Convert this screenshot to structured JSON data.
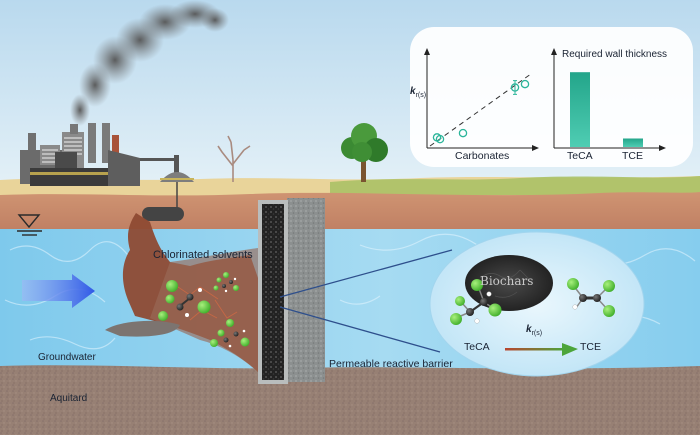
{
  "scene": {
    "water_table_symbol": "water-table-triangle",
    "labels": {
      "chlorinated_solvents": "Chlorinated solvents",
      "groundwater": "Groundwater",
      "aquitard": "Aquitard",
      "prb": "Permeable reactive barrier",
      "biochars": "Biochars",
      "teca": "TeCA",
      "tce": "TCE",
      "rate_constant_k": "k",
      "rate_constant_sub": "r(s)"
    },
    "colors": {
      "sky": "#cfe6f4",
      "smoke": "#6e6e6e",
      "topsoil": "#e9d49a",
      "grass": "#9fba5e",
      "soil": "#c88a66",
      "water": "#8fd0ee",
      "aquitard": "#9a8479",
      "plume": "#8e4a33",
      "flow_arrow": "#3d63e6",
      "chlorine_atom": "#6fd14a",
      "carbon_atom": "#333333",
      "hydrogen_atom": "#ffffff",
      "inset_teal": "#2bb59a",
      "reaction_arrow_end": "#4ca53a",
      "reaction_arrow_start": "#b8452f"
    }
  },
  "chart_data": [
    {
      "type": "scatter",
      "title": "",
      "xlabel": "Carbonates",
      "ylabel": "k_r(s)",
      "x_ticks": [],
      "y_ticks": [],
      "points": [
        {
          "x": 0.07,
          "y": 0.1
        },
        {
          "x": 0.1,
          "y": 0.08
        },
        {
          "x": 0.33,
          "y": 0.15
        },
        {
          "x": 0.85,
          "y": 0.68,
          "error": 0.08
        },
        {
          "x": 0.95,
          "y": 0.72
        }
      ],
      "fit_line": {
        "style": "dashed",
        "from": [
          0.0,
          0.0
        ],
        "to": [
          1.0,
          0.83
        ]
      },
      "xlim": [
        0,
        1
      ],
      "ylim": [
        0,
        1
      ],
      "grid": false,
      "note": "qualitative axes, no numeric ticks shown; values are relative"
    },
    {
      "type": "bar",
      "title": "Required wall thickness",
      "categories": [
        "TeCA",
        "TCE"
      ],
      "values": [
        0.88,
        0.1
      ],
      "xlabel": "",
      "ylabel": "",
      "ylim": [
        0,
        1
      ],
      "grid": false,
      "note": "qualitative axis, values are relative"
    }
  ]
}
